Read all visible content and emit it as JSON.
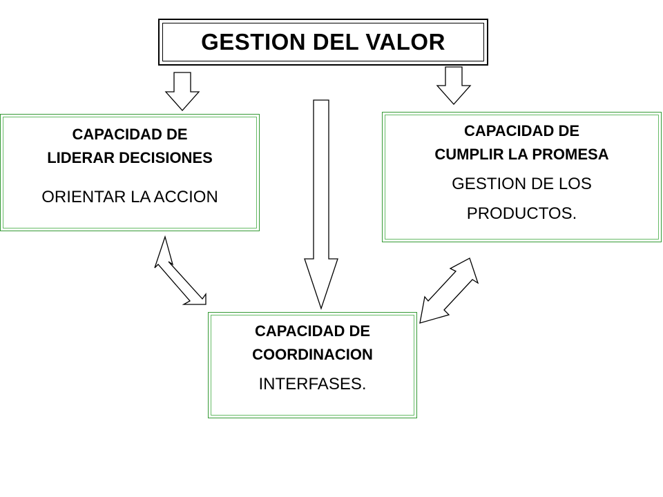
{
  "title": "GESTION DEL VALOR",
  "left_box": {
    "heading_line1": "CAPACIDAD DE",
    "heading_line2": "LIDERAR DECISIONES",
    "sub": "ORIENTAR LA ACCION"
  },
  "right_box": {
    "heading_line1": "CAPACIDAD DE",
    "heading_line2": "CUMPLIR LA PROMESA",
    "sub_line1": "GESTION DE LOS",
    "sub_line2": "PRODUCTOS."
  },
  "bottom_box": {
    "heading_line1": "CAPACIDAD DE",
    "heading_line2": "COORDINACION",
    "sub": "INTERFASES."
  },
  "colors": {
    "border_green": "#339933",
    "inner_green": "#66bb66",
    "text": "#000000",
    "arrow_stroke": "#000000",
    "arrow_fill": "#ffffff"
  }
}
